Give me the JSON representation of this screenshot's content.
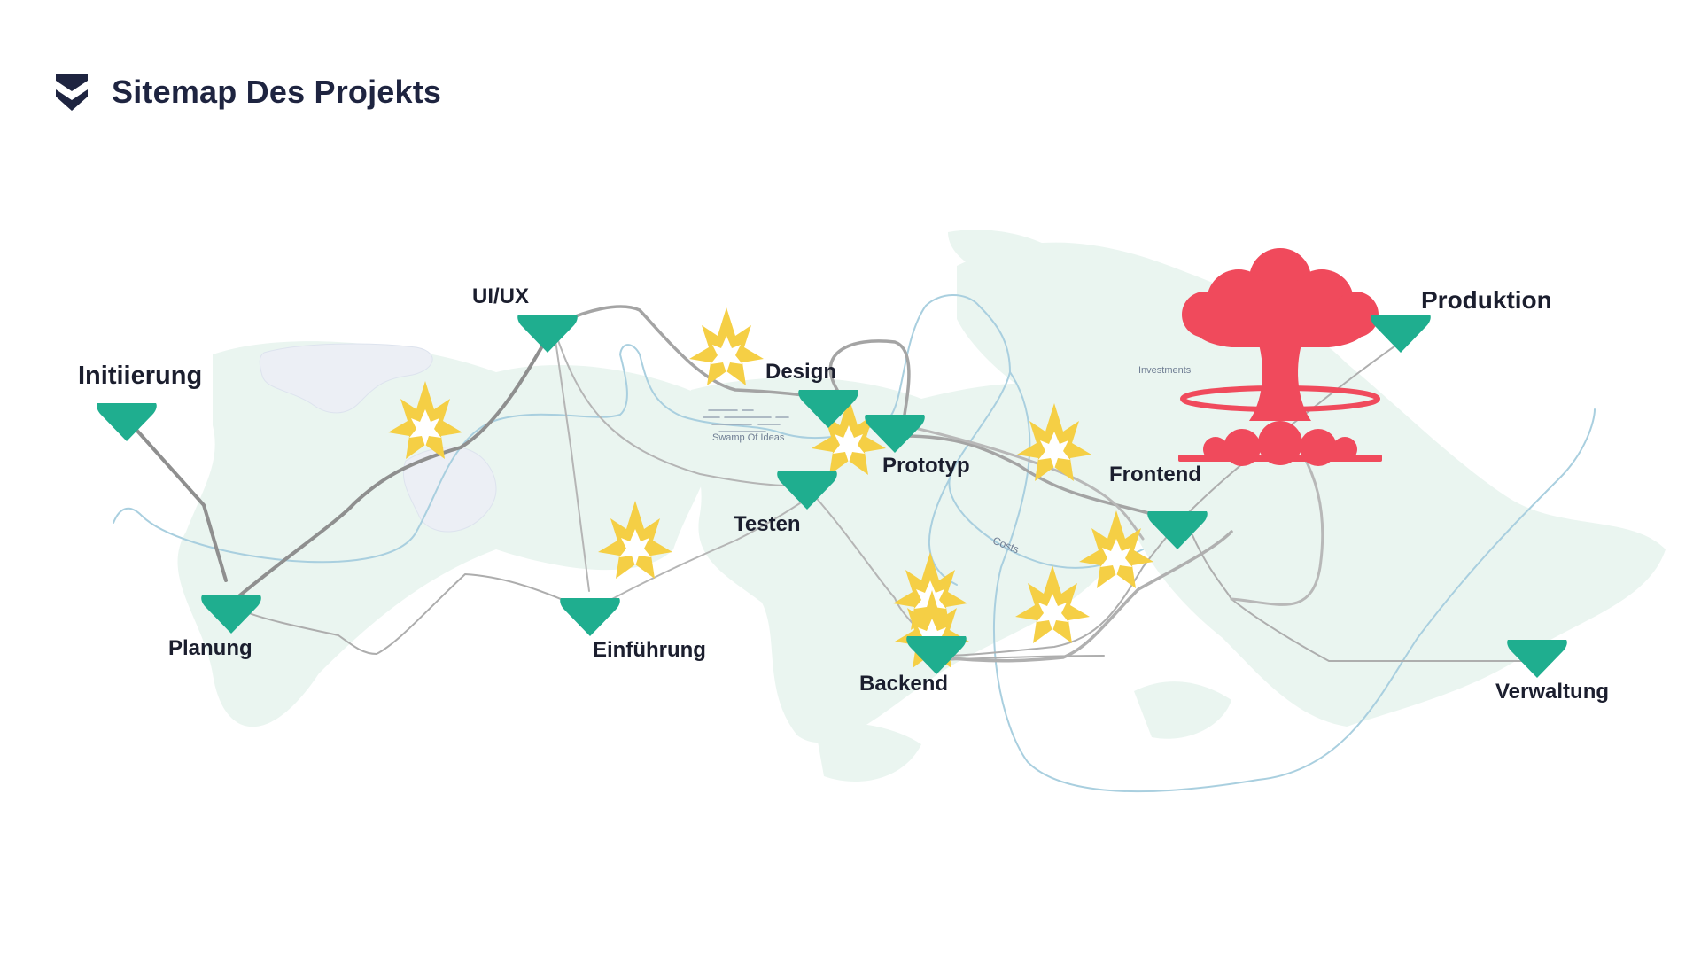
{
  "title": "Sitemap Des Projekts",
  "logo_icon": "double-chevron-down-icon",
  "colors": {
    "title": "#1e2440",
    "node": "#1fae8f",
    "explosion": "#f5cf45",
    "mushroom": "#f04a5c",
    "road": "#9a9a9a",
    "river": "#a9cfdf",
    "land": "#eaf5f0",
    "lake": "#eceff5"
  },
  "nodes": [
    {
      "id": "initiierung",
      "label": "Initiierung"
    },
    {
      "id": "uiux",
      "label": "UI/UX"
    },
    {
      "id": "design",
      "label": "Design"
    },
    {
      "id": "prototyp",
      "label": "Prototyp"
    },
    {
      "id": "testen",
      "label": "Testen"
    },
    {
      "id": "planung",
      "label": "Planung"
    },
    {
      "id": "einfuehrung",
      "label": "Einführung"
    },
    {
      "id": "backend",
      "label": "Backend"
    },
    {
      "id": "frontend",
      "label": "Frontend"
    },
    {
      "id": "produktion",
      "label": "Produktion"
    },
    {
      "id": "verwaltung",
      "label": "Verwaltung"
    }
  ],
  "annotations": {
    "swamp": "Swamp Of Ideas",
    "costs": "Costs",
    "investments": "Investments"
  }
}
